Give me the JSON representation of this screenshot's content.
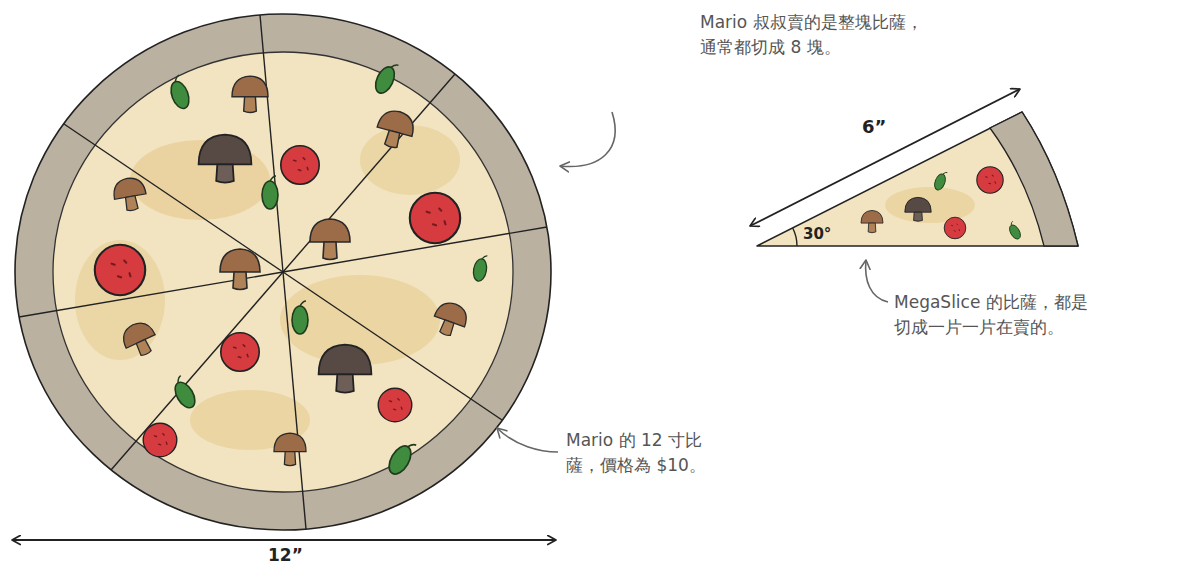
{
  "diagram": {
    "labels": [
      "Mario 叔叔賣的是整塊比薩， 通常都切成 8 塊。",
      "Mario 的 12 寸比薩，價格為 $10。",
      "MegaSlice 的比薩，都是切成一片一片在賣的。",
      "12”",
      "6”",
      "30°"
    ]
  }
}
